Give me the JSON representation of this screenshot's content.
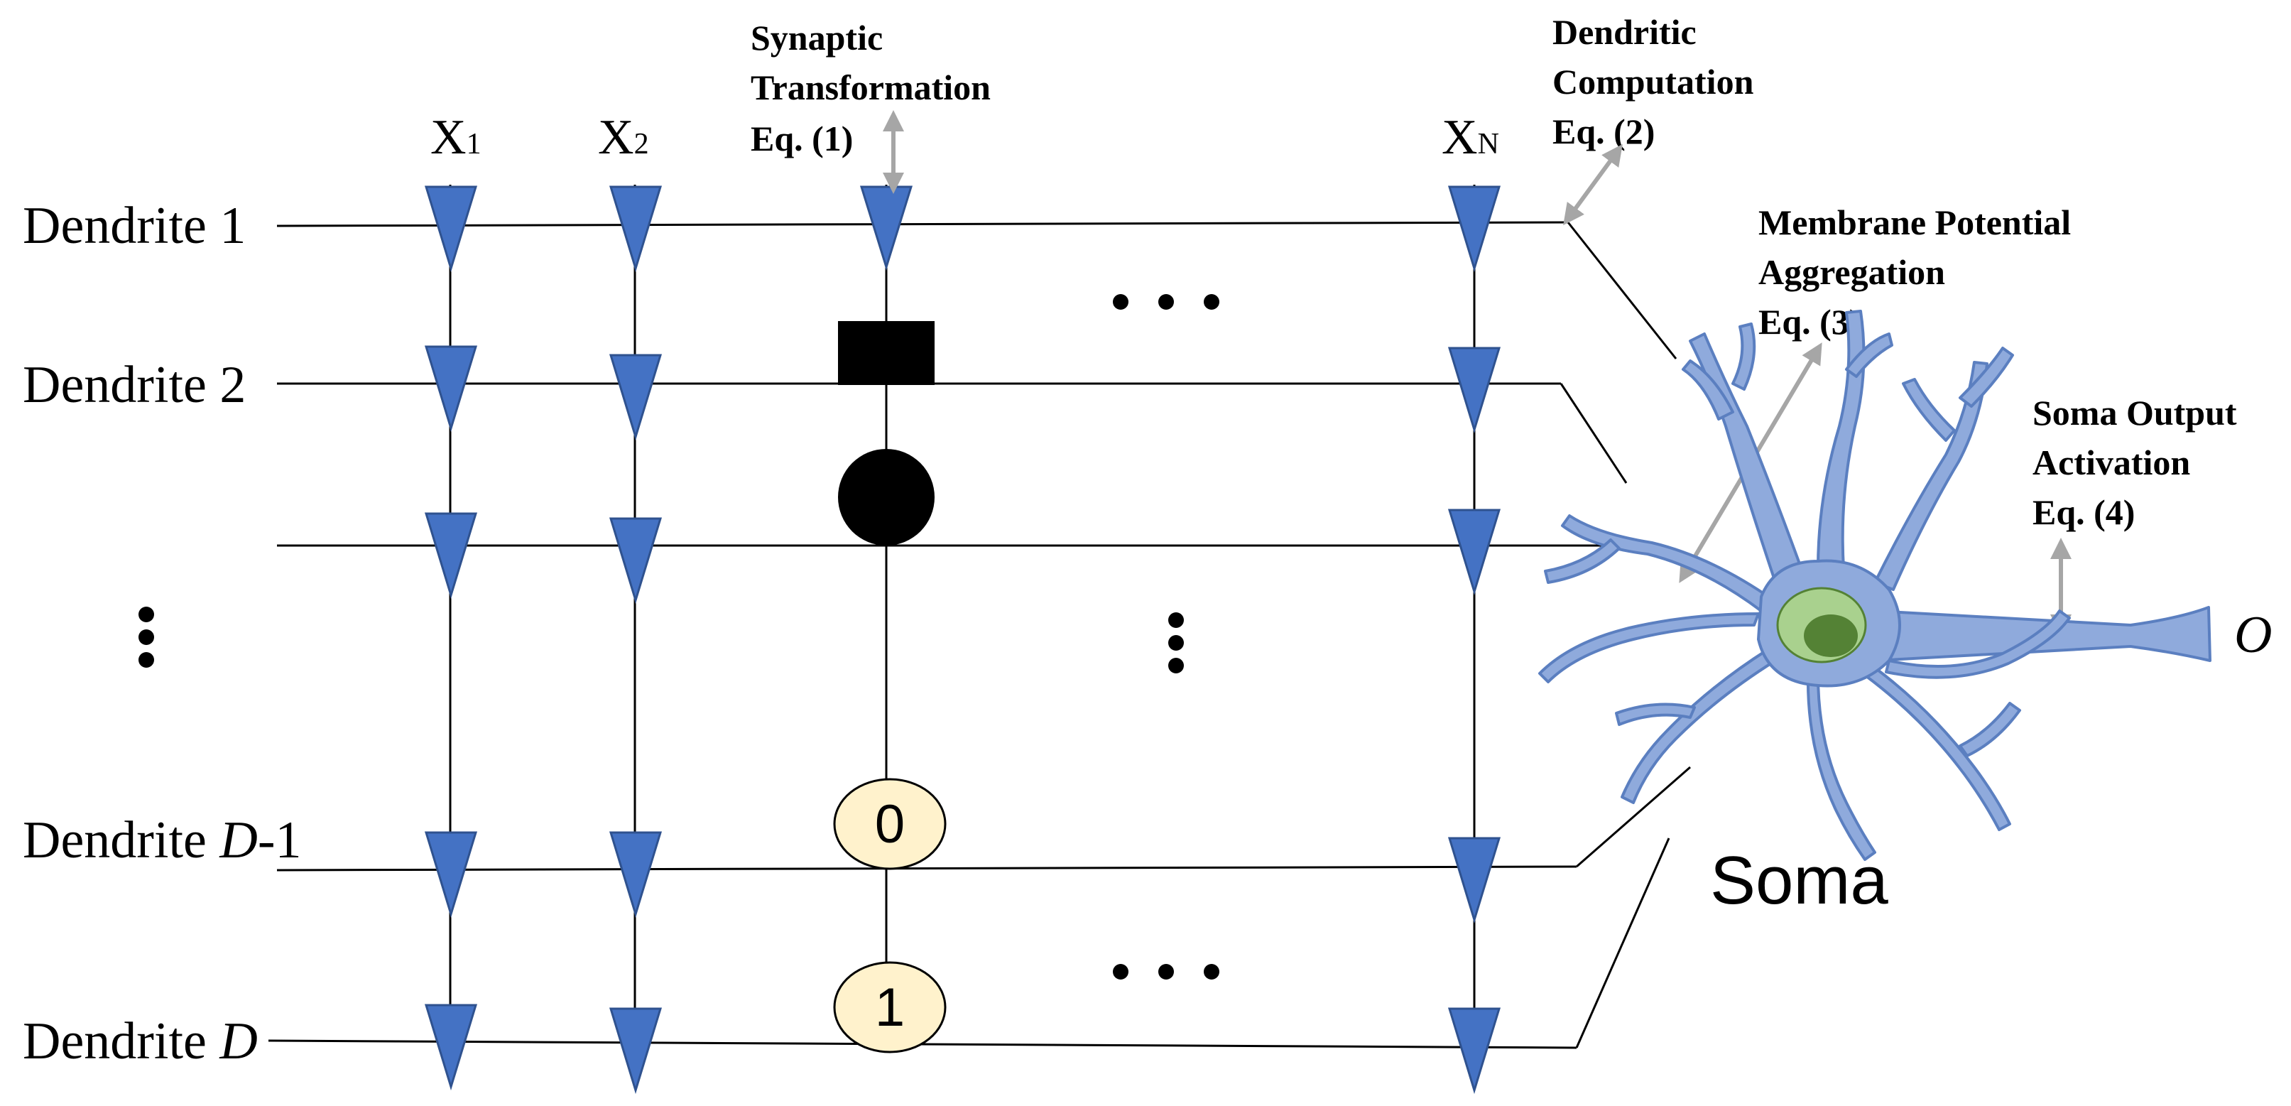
{
  "rows": [
    {
      "label": "Dendrite 1",
      "italic_part": "",
      "suffix": ""
    },
    {
      "label": "Dendrite 2",
      "italic_part": "",
      "suffix": ""
    },
    {
      "label": "",
      "italic_part": "",
      "suffix": ""
    },
    {
      "label": "Dendrite ",
      "italic_part": "D",
      "suffix": "-1"
    },
    {
      "label": "Dendrite ",
      "italic_part": "D",
      "suffix": ""
    }
  ],
  "inputs": [
    {
      "base": "X",
      "sub": "1"
    },
    {
      "base": "X",
      "sub": "2"
    },
    {
      "base": "X",
      "sub": "N"
    }
  ],
  "annotations": {
    "synaptic": [
      "Synaptic",
      "Transformation",
      "Eq. (1)"
    ],
    "dendritic": [
      "Dendritic",
      "Computation",
      "Eq. (2)"
    ],
    "membrane": [
      "Membrane Potential",
      "Aggregation",
      "Eq. (3)"
    ],
    "soma_output": [
      "Soma Output",
      "Activation",
      "Eq. (4)"
    ]
  },
  "nodes": {
    "zero": "0",
    "one": "1"
  },
  "soma_label": "Soma",
  "output_label": "O",
  "colors": {
    "synapse_blue": "#4472c4",
    "synapse_outline": "#2f528f",
    "neuron_fill": "#8faadc",
    "neuron_outline": "#5b7fc0",
    "nucleus_outer": "#a9d18e",
    "nucleus_inner": "#548235",
    "node_fill": "#fff2cc",
    "arrow_gray": "#a6a6a6",
    "line_black": "#000000"
  },
  "icons": {
    "synapse": "down-triangle",
    "square_node": "filled-square",
    "circle_node": "filled-circle",
    "ellipsis_h": "horizontal-dots",
    "ellipsis_v": "vertical-dots"
  }
}
